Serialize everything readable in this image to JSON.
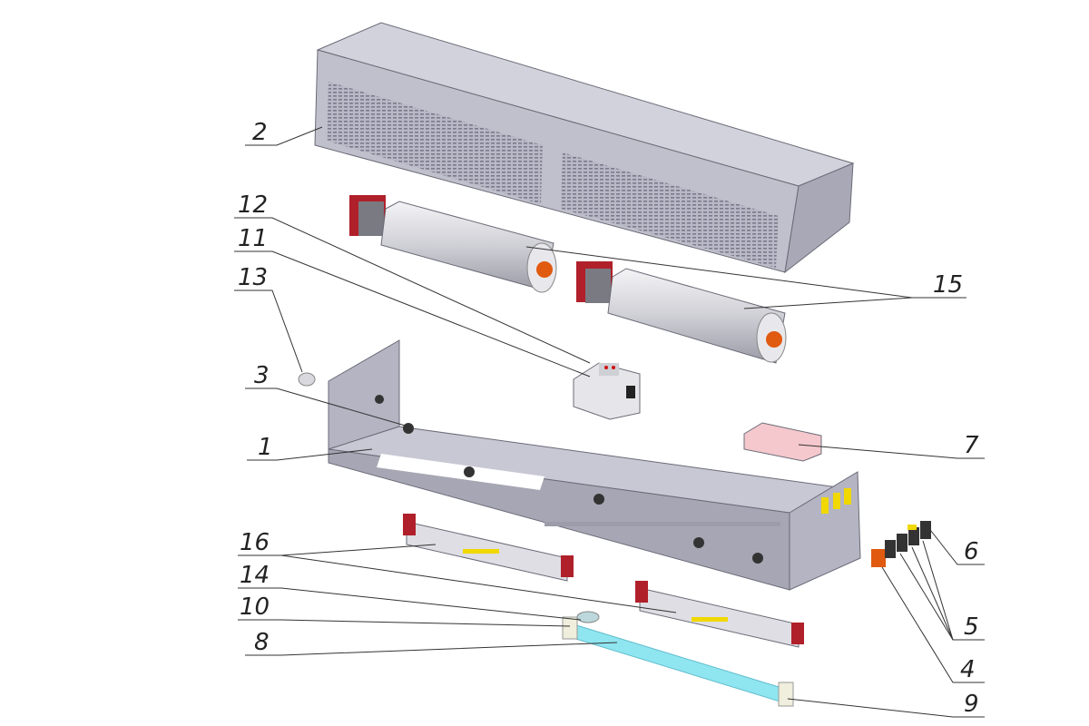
{
  "title": "Exploded assembly diagram",
  "callouts": [
    {
      "id": "2",
      "label": "2"
    },
    {
      "id": "12",
      "label": "12"
    },
    {
      "id": "11",
      "label": "11"
    },
    {
      "id": "13",
      "label": "13"
    },
    {
      "id": "3",
      "label": "3"
    },
    {
      "id": "1",
      "label": "1"
    },
    {
      "id": "16",
      "label": "16"
    },
    {
      "id": "14",
      "label": "14"
    },
    {
      "id": "10",
      "label": "10"
    },
    {
      "id": "8",
      "label": "8"
    },
    {
      "id": "15",
      "label": "15"
    },
    {
      "id": "7",
      "label": "7"
    },
    {
      "id": "6",
      "label": "6"
    },
    {
      "id": "5",
      "label": "5"
    },
    {
      "id": "4",
      "label": "4"
    },
    {
      "id": "9",
      "label": "9"
    }
  ],
  "colors": {
    "metal": "#c4c4d0",
    "metal_dark": "#9c9cab",
    "red": "#b0202a",
    "orange": "#e05a10",
    "uv_lamp": "#8fe6f0",
    "pink": "#f4c8cc",
    "yellow": "#f0d800"
  }
}
